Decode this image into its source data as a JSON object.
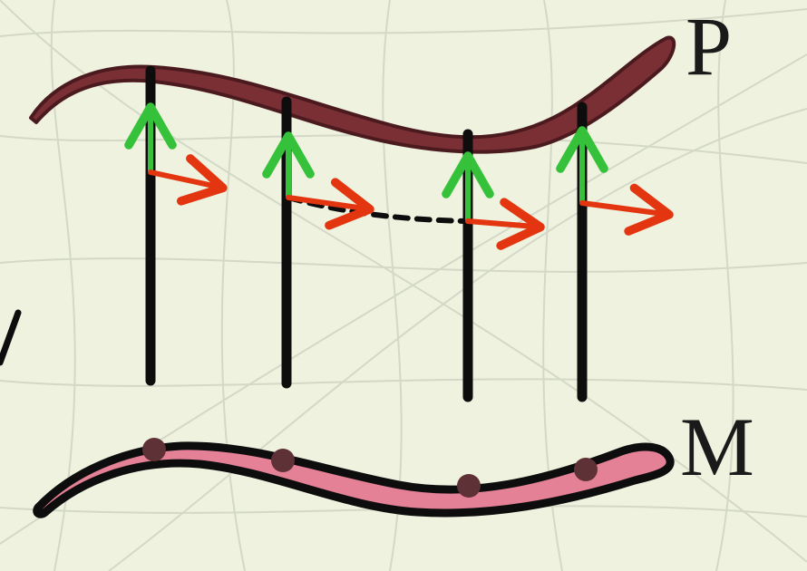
{
  "diagram": {
    "labels": {
      "upper_curve": "P",
      "lower_curve": "M"
    },
    "colors": {
      "background": "#eef2de",
      "grid_lines": "#cfd4c4",
      "upper_curve_fill": "#7a2f35",
      "upper_curve_outline": "#4a1a1e",
      "lower_curve_fill": "#e58197",
      "lower_curve_outline": "#0d0d0d",
      "base_points": "#5e3136",
      "fibers": "#0d0d0d",
      "vertical_arrows": "#35c23a",
      "horizontal_arrows": "#e3350f",
      "dashed_connection": "#0d0d0d"
    },
    "fiber_count": 4,
    "icons": {
      "vertical_arrow": "up-arrow-icon",
      "horizontal_arrow": "right-arrow-icon"
    }
  }
}
